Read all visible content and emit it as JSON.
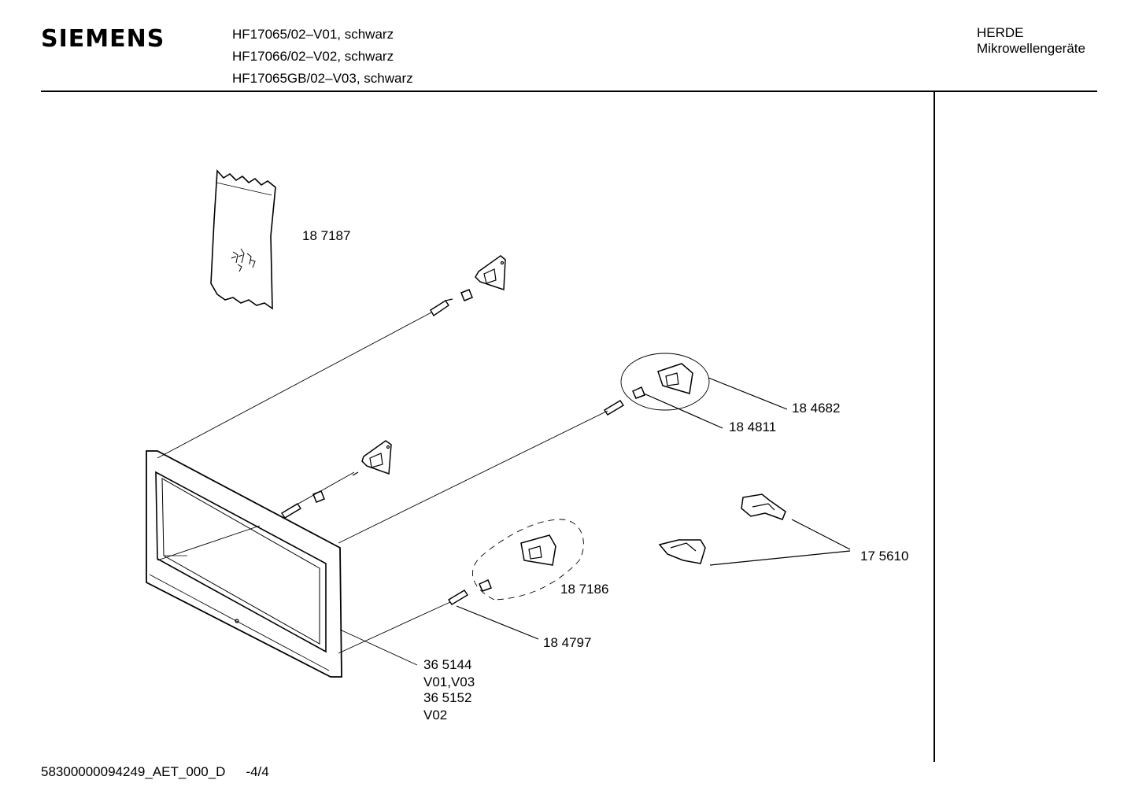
{
  "header": {
    "brand": "SIEMENS",
    "models": [
      "HF17065/02–V01, schwarz",
      "HF17066/02–V02, schwarz",
      "HF17065GB/02–V03, schwarz"
    ],
    "category": [
      "HERDE",
      "Mikrowellengeräte"
    ]
  },
  "parts": {
    "bag": "18 7187",
    "hinge_set": "18 4682",
    "hinge_block": "18 4811",
    "lower_hinge_set": "18 7186",
    "pin": "18 4797",
    "clips": "17 5610",
    "frame_lines": [
      "36 5144",
      "V01,V03",
      "36 5152",
      "V02"
    ]
  },
  "footer": {
    "doc_id": "58300000094249_AET_000_D",
    "page": "-4/4"
  }
}
